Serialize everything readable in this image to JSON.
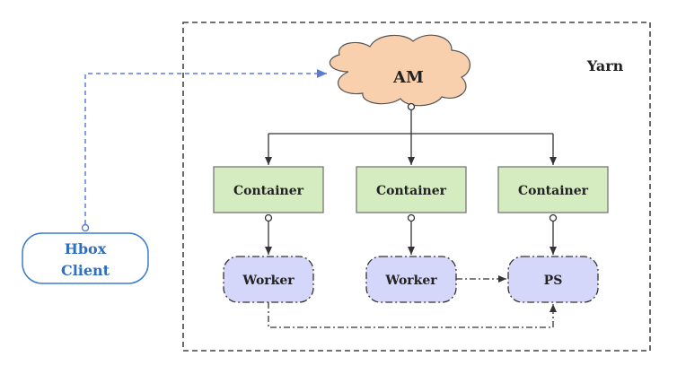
{
  "cluster": {
    "label": "Yarn"
  },
  "am": {
    "label": "AM"
  },
  "client": {
    "line1": "Hbox",
    "line2": "Client"
  },
  "containers": [
    {
      "label": "Container"
    },
    {
      "label": "Container"
    },
    {
      "label": "Container"
    }
  ],
  "tasks": [
    {
      "label": "Worker"
    },
    {
      "label": "Worker"
    },
    {
      "label": "PS"
    }
  ],
  "colors": {
    "am_fill": "#f9d0ad",
    "container_fill": "#d5ebc0",
    "container_border": "#777777",
    "task_fill": "#d4d7f9",
    "client_border": "#3a7ccf",
    "client_text": "#2f6fbf",
    "client_link": "#5b7bdb",
    "line": "#333333"
  }
}
